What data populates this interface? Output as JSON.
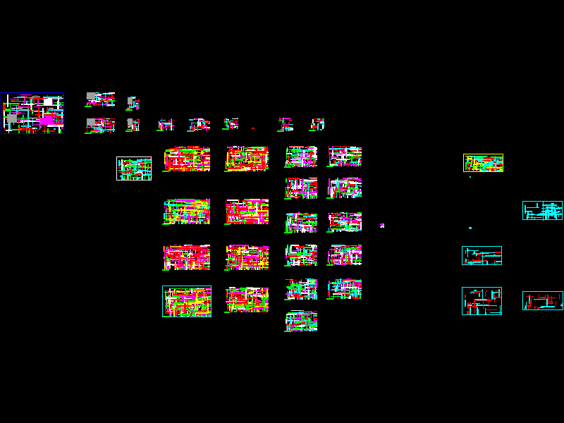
{
  "viewport": {
    "background": "#000000"
  },
  "colors": {
    "red": "#ff0000",
    "green": "#00ff00",
    "cyan": "#00ffff",
    "yellow": "#ffff00",
    "magenta": "#ff00ff",
    "white": "#ffffff",
    "gray": "#a0a0a0",
    "blue": "#0000ff"
  },
  "drawing_sheets": [
    {
      "kind": "site-plan",
      "frame_color": "#0000ff"
    },
    {
      "kind": "detail-group"
    },
    {
      "kind": "index-table",
      "frame_color": "#ffffff"
    },
    {
      "kind": "floor-plan"
    },
    {
      "kind": "elevation-section"
    },
    {
      "kind": "foundation-plan",
      "frame_color": "#ffff00"
    },
    {
      "kind": "structural-plan",
      "frame_color": "#00ffff"
    }
  ]
}
